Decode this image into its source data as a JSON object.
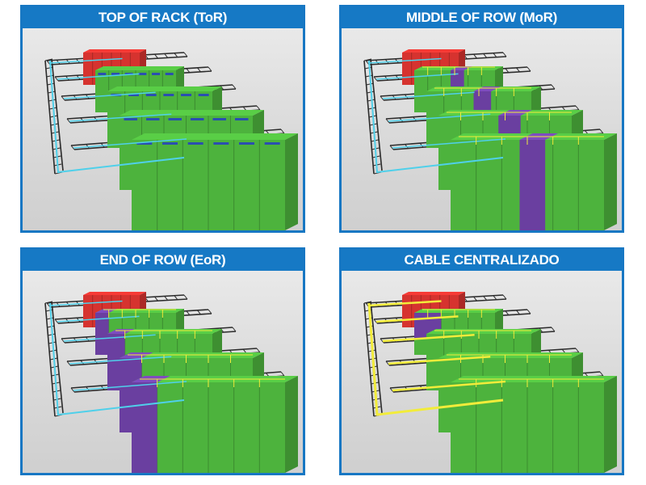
{
  "panels": [
    {
      "key": "tor",
      "title": "TOP OF RACK (ToR)",
      "distribution": "top-of-rack"
    },
    {
      "key": "mor",
      "title": "MIDDLE OF ROW (MoR)",
      "distribution": "middle-of-row"
    },
    {
      "key": "eor",
      "title": "END OF ROW (EoR)",
      "distribution": "end-of-row"
    },
    {
      "key": "central",
      "title": "CABLE CENTRALIZADO",
      "distribution": "centralized"
    }
  ],
  "colors": {
    "border": "#1777c3",
    "rack_green": "#4db33d",
    "network_rack_purple": "#6a3fa0",
    "storage_rack_red": "#d6332f",
    "tor_switch_blue": "#2a4fb0",
    "cable_cyan": "#4fd0ea",
    "cable_yellow": "#f2ec3a",
    "tray_dark": "#2b2b2b"
  }
}
